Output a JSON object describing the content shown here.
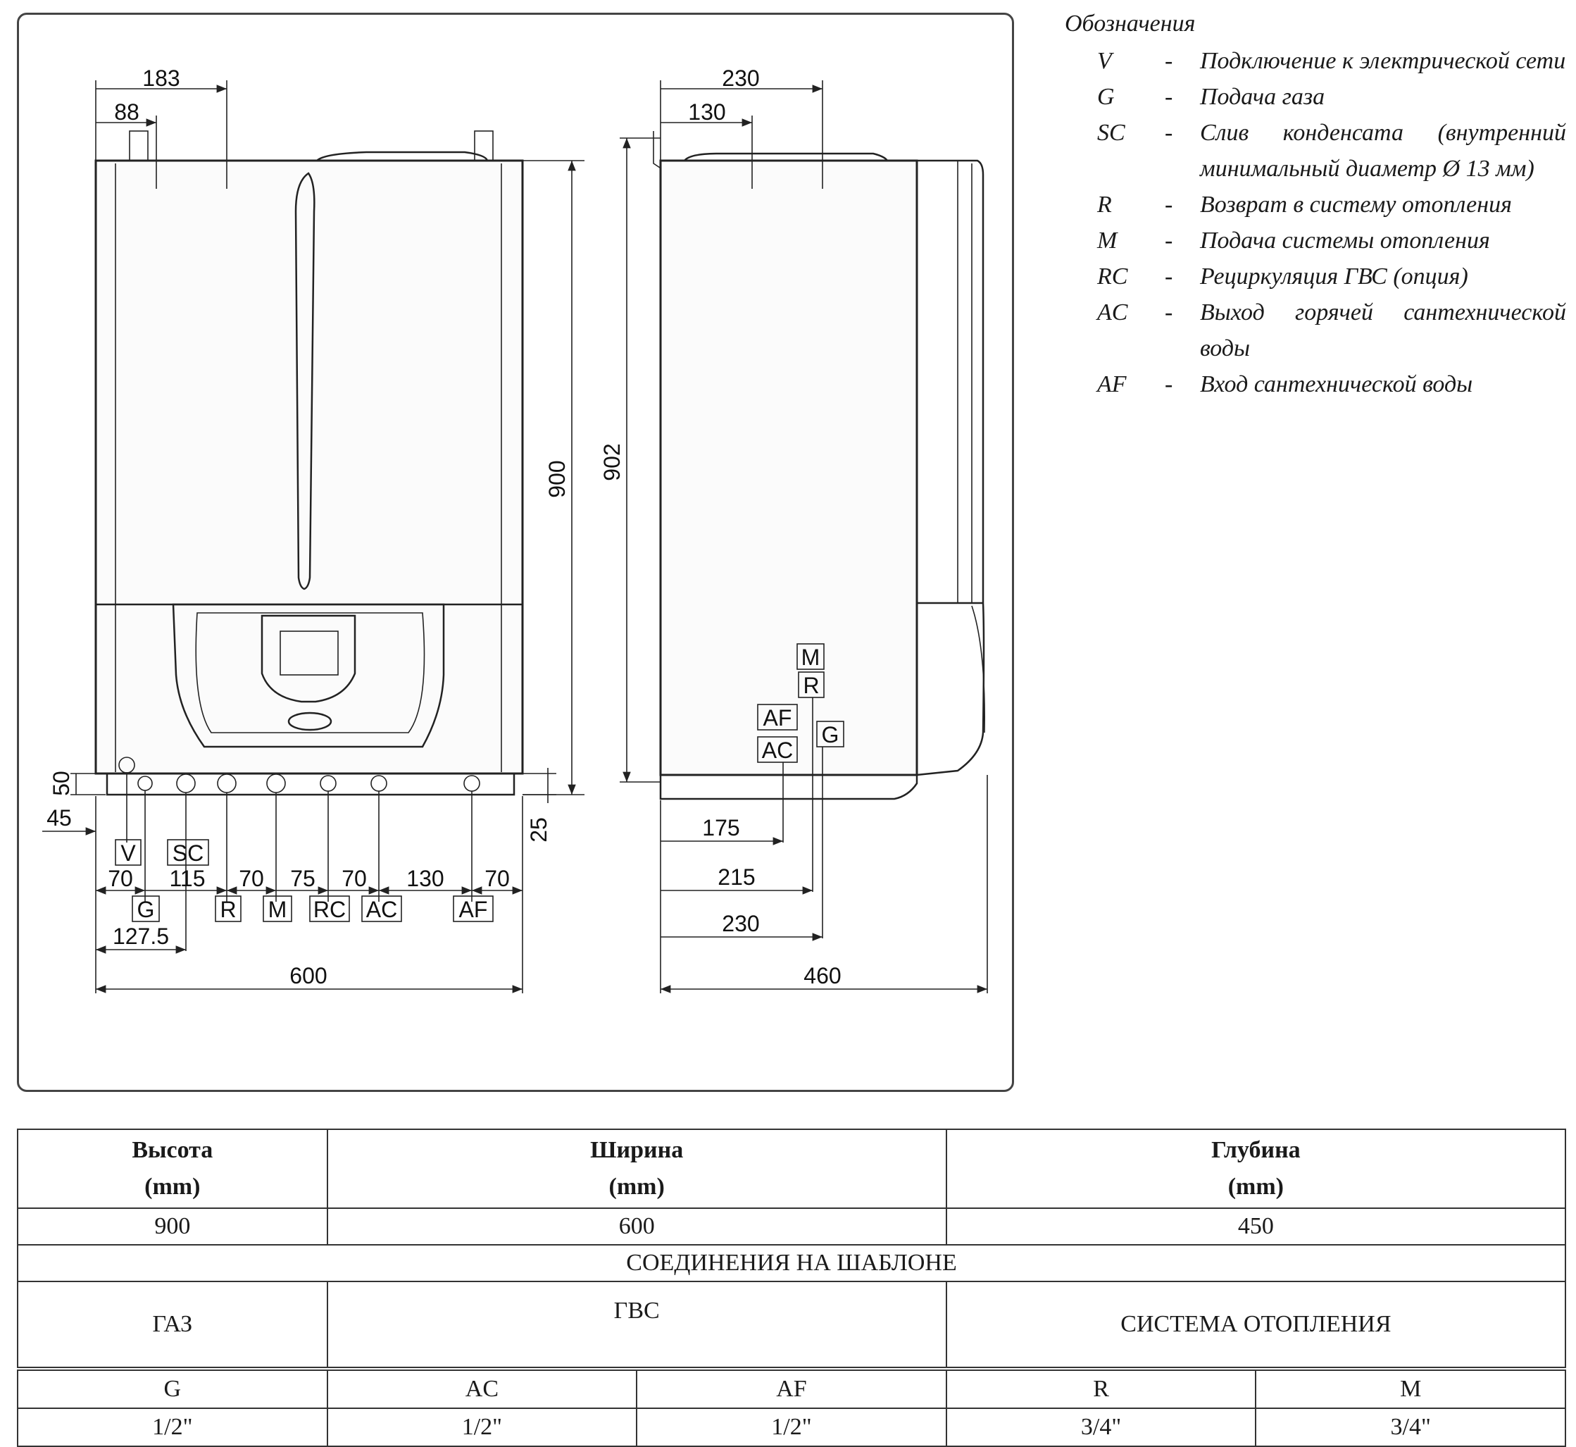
{
  "dimensions_front": {
    "w183": "183",
    "w88": "88",
    "h900": "900",
    "h50": "50",
    "w45": "45",
    "h25": "25",
    "w70a": "70",
    "w115": "115",
    "w70b": "70",
    "w75": "75",
    "w70c": "70",
    "w130": "130",
    "w70d": "70",
    "w127_5": "127.5",
    "w600": "600"
  },
  "dimensions_side": {
    "w230top": "230",
    "w130": "130",
    "h902": "902",
    "d175": "175",
    "d215": "215",
    "d230": "230",
    "d460": "460"
  },
  "tags": {
    "V": "V",
    "SC": "SC",
    "G": "G",
    "R": "R",
    "M": "M",
    "RC": "RC",
    "AC": "AC",
    "AF": "AF"
  },
  "legend": {
    "title": "Обозначения",
    "items": [
      {
        "code": "V",
        "dash": "-",
        "desc": "Подключение к электрической сети"
      },
      {
        "code": "G",
        "dash": "-",
        "desc": "Подача газа"
      },
      {
        "code": "SC",
        "dash": "-",
        "desc": "Слив конденсата (внутренний минимальный диаметр Ø 13 мм)"
      },
      {
        "code": "R",
        "dash": "-",
        "desc": "Возврат в систему отопления"
      },
      {
        "code": "M",
        "dash": "-",
        "desc": "Подача системы отопления"
      },
      {
        "code": "RC",
        "dash": "-",
        "desc": "Рециркуляция ГВС (опция)"
      },
      {
        "code": "AC",
        "dash": "-",
        "desc": "Выход горячей сантехнической воды"
      },
      {
        "code": "AF",
        "dash": "-",
        "desc": "Вход сантехнической воды"
      }
    ]
  },
  "table": {
    "headers": {
      "height_line1": "Высота",
      "height_line2": "(mm)",
      "width_line1": "Ширина",
      "width_line2": "(mm)",
      "depth_line1": "Глубина",
      "depth_line2": "(mm)"
    },
    "values": {
      "height": "900",
      "width": "600",
      "depth": "450"
    },
    "connections_title": "СОЕДИНЕНИЯ НА ШАБЛОНЕ",
    "groups": {
      "gas": "ГАЗ",
      "dhw": "ГВС",
      "heating": "СИСТЕМА ОТОПЛЕНИЯ"
    },
    "codes": [
      "G",
      "AC",
      "AF",
      "R",
      "M"
    ],
    "sizes": [
      "1/2\"",
      "1/2\"",
      "1/2\"",
      "3/4\"",
      "3/4\""
    ]
  }
}
